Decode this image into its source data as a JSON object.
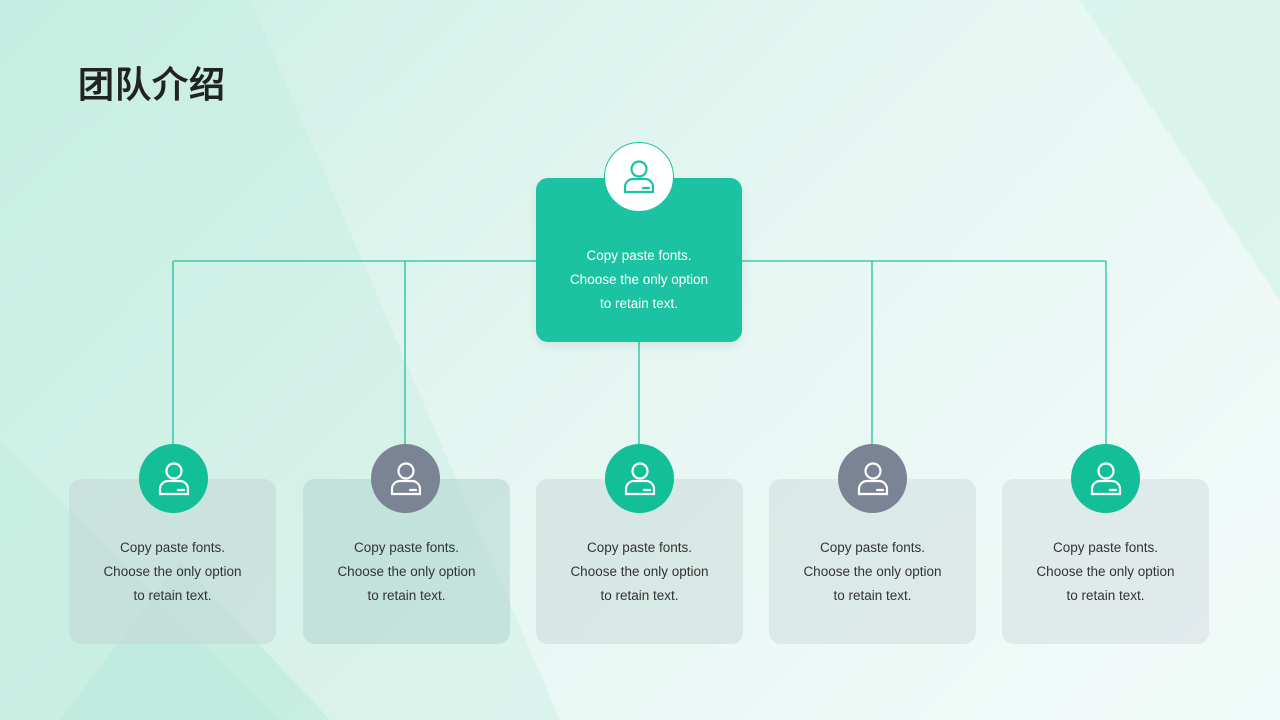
{
  "slide": {
    "title": "团队介绍"
  },
  "colors": {
    "accent": "#1cc3a2",
    "gray_avatar": "#7a8494",
    "card_bg": "#c9d6d6"
  },
  "top_node": {
    "icon": "user-icon",
    "lines": [
      "Copy paste fonts.",
      "Choose the only option",
      "to retain text."
    ]
  },
  "members": [
    {
      "icon": "user-icon",
      "avatar_style": "green",
      "lines": [
        "Copy paste fonts.",
        "Choose the only option",
        "to retain text."
      ]
    },
    {
      "icon": "user-icon",
      "avatar_style": "gray",
      "lines": [
        "Copy paste fonts.",
        "Choose the only option",
        "to retain text."
      ]
    },
    {
      "icon": "user-icon",
      "avatar_style": "green",
      "lines": [
        "Copy paste fonts.",
        "Choose the only option",
        "to retain text."
      ]
    },
    {
      "icon": "user-icon",
      "avatar_style": "gray",
      "lines": [
        "Copy paste fonts.",
        "Choose the only option",
        "to retain text."
      ]
    },
    {
      "icon": "user-icon",
      "avatar_style": "green",
      "lines": [
        "Copy paste fonts.",
        "Choose the only option",
        "to retain text."
      ]
    }
  ]
}
